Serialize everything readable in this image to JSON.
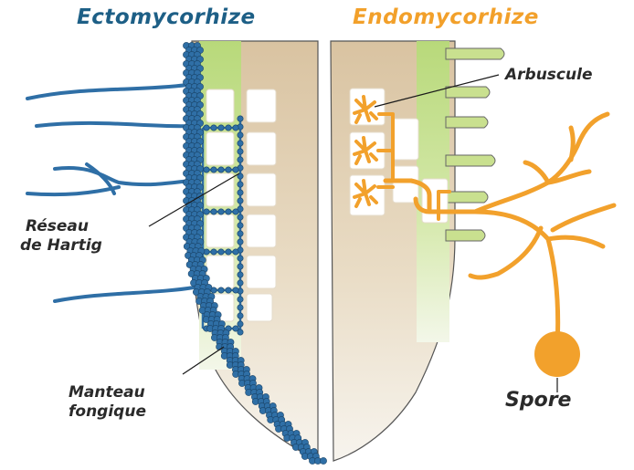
{
  "titles": {
    "ecto": "Ectomycorhize",
    "endo": "Endomycorhize"
  },
  "labels": {
    "hartig_line1": "Réseau",
    "hartig_line2": "de Hartig",
    "arbuscule": "Arbuscule",
    "manteau_line1": "Manteau",
    "manteau_line2": "fongique",
    "spore": "Spore"
  },
  "colors": {
    "ecto_title": "#1d5f86",
    "endo_title": "#f2a02a",
    "ecto_hyphae": "#2f6fa6",
    "endo_hyphae": "#f2a12c",
    "root_cortex": "#d9c3a1",
    "stele": "#b8d97a"
  }
}
